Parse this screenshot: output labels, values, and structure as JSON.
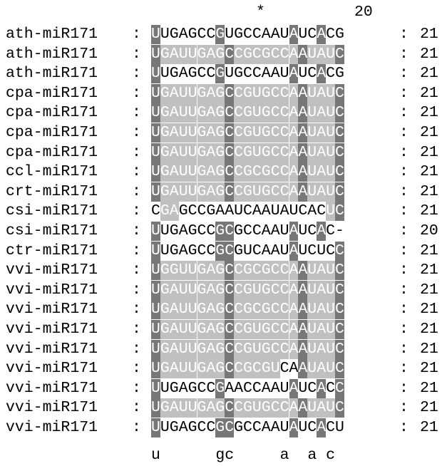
{
  "header": {
    "star_marker": "*",
    "position_20": "20"
  },
  "colors": {
    "full_conservation_bg": "#777777",
    "partial_conservation_bg": "#c0c0c0",
    "unshaded_bg": "#ffffff",
    "shaded_text": "#ffffff",
    "unshaded_text": "#000000"
  },
  "separator": ":",
  "rows": [
    {
      "name": "ath-miR171",
      "seq": "UUGAGCCGUGCCAAUAUCACG",
      "len": "21",
      "shade": "200000020000000200200"
    },
    {
      "name": "ath-miR171",
      "seq": "UGAUUGAGCCGCGCCAAUAUC",
      "len": "21",
      "shade": "211111112111111121112"
    },
    {
      "name": "ath-miR171",
      "seq": "UUGAGCCGUGCCAAUAUCACG",
      "len": "21",
      "shade": "200000020000000200200"
    },
    {
      "name": "cpa-miR171",
      "seq": "UGAUUGAGCCGUGCCAAUAUC",
      "len": "21",
      "shade": "211111112111111121112"
    },
    {
      "name": "cpa-miR171",
      "seq": "UGAUUGAGCCGUGCCAAUAUC",
      "len": "21",
      "shade": "211111112111111121112"
    },
    {
      "name": "cpa-miR171",
      "seq": "UGAUUGAGCCGUGCCAAUAUC",
      "len": "21",
      "shade": "211111112111111121112"
    },
    {
      "name": "cpa-miR171",
      "seq": "UGAUUGAGCCGUGCCAAUAUC",
      "len": "21",
      "shade": "211111112111111121112"
    },
    {
      "name": "ccl-miR171",
      "seq": "UGAUUGAGCCGCGCCAAUAUC",
      "len": "21",
      "shade": "211111112111111121112"
    },
    {
      "name": "crt-miR171",
      "seq": "UGAUUGAGCCGUGCCAAUAUC",
      "len": "21",
      "shade": "211111112111111121112"
    },
    {
      "name": "csi-miR171",
      "seq": "CGAGCCGAAUCAAUAUCACUC",
      "len": "21",
      "shade": "011000000000000000012"
    },
    {
      "name": "csi-miR171",
      "seq": "UUGAGCCGCGCCAAUAUCAC-",
      "len": "20",
      "shade": "200000022000000200200"
    },
    {
      "name": "ctr-miR171",
      "seq": "UUGAGCCGCGUCAAUAUCUCC",
      "len": "21",
      "shade": "200000022000000200002"
    },
    {
      "name": "vvi-miR171",
      "seq": "UGGUUGAGCCGCGCCAAUAUC",
      "len": "21",
      "shade": "211111112111111121112"
    },
    {
      "name": "vvi-miR171",
      "seq": "UGAUUGAGCCGUGCCAAUAUC",
      "len": "21",
      "shade": "211111112111111121112"
    },
    {
      "name": "vvi-miR171",
      "seq": "UGAUUGAGCCGCGCCAAUAUC",
      "len": "21",
      "shade": "211111112111111121112"
    },
    {
      "name": "vvi-miR171",
      "seq": "UGAUUGAGCCGUGCCAAUAUC",
      "len": "21",
      "shade": "211111112111111121112"
    },
    {
      "name": "vvi-miR171",
      "seq": "UGAUUGAGCCGUGCCAAUAUC",
      "len": "21",
      "shade": "211111112111111121112"
    },
    {
      "name": "vvi-miR171",
      "seq": "UGAUUGAGCCGCGUCAAUAUC",
      "len": "21",
      "shade": "211111112111110021112"
    },
    {
      "name": "vvi-miR171",
      "seq": "UUGAGCCGAACCAAUAUCACC",
      "len": "21",
      "shade": "200000020000000200202"
    },
    {
      "name": "vvi-miR171",
      "seq": "UGAUUGAGCCGUGCCAAUAUC",
      "len": "21",
      "shade": "211111112111111121112"
    },
    {
      "name": "vvi-miR171",
      "seq": "UUGAGCCGCGCCAAUAUCACU",
      "len": "21",
      "shade": "200000022000000200200"
    }
  ],
  "consensus": "u      gc     a  a c"
}
